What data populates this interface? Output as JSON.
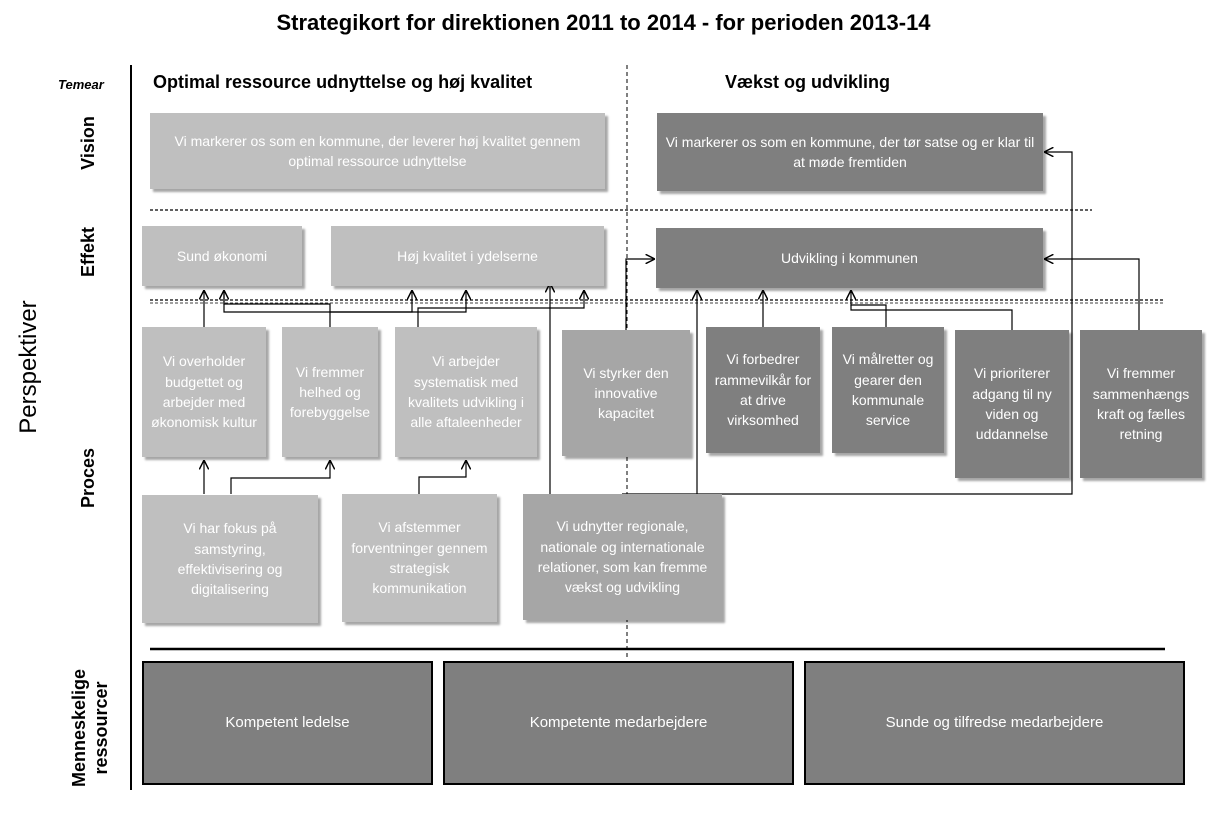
{
  "title": "Strategikort for direktionen 2011 to 2014 - for perioden 2013-14",
  "side_label": "Perspektiver",
  "theme_label": "Temear",
  "themes": {
    "left": "Optimal ressource udnyttelse og høj kvalitet",
    "right": "Vækst og udvikling"
  },
  "rows": {
    "vision": "Vision",
    "effekt": "Effekt",
    "proces": "Proces",
    "ressourcer": "Menneskelige ressourcer"
  },
  "vision": {
    "left": "Vi markerer os som en kommune, der leverer høj kvalitet gennem optimal ressource udnyttelse",
    "right": "Vi markerer os som en kommune, der tør satse og er klar til at møde fremtiden"
  },
  "effekt": {
    "sund": "Sund økonomi",
    "kvalitet": "Høj kvalitet i ydelserne",
    "udvikling": "Udvikling i kommunen"
  },
  "proces": {
    "p1": "Vi overholder budgettet og arbejder med økonomisk kultur",
    "p2": "Vi fremmer helhed og forebyggelse",
    "p3": "Vi arbejder systematisk med kvalitets udvikling i alle aftaleenheder",
    "p4": "Vi styrker den innovative kapacitet",
    "p5": "Vi forbedrer rammevilkår for at drive virksomhed",
    "p6": "Vi målretter og gearer den kommunale service",
    "p7": "Vi prioriterer adgang til ny viden og uddannelse",
    "p8": "Vi fremmer sammenhængs kraft og fælles retning",
    "p9": "Vi har fokus på samstyring, effektivisering og digitalisering",
    "p10": "Vi afstemmer forventninger gennem strategisk kommunikation",
    "p11": "Vi udnytter regionale, nationale og internationale relationer, som kan fremme vækst og udvikling"
  },
  "ressourcer": {
    "r1": "Kompetent ledelse",
    "r2": "Kompetente medarbejdere",
    "r3": "Sunde og tilfredse medarbejdere"
  },
  "colors": {
    "light": "#bfbfbf",
    "mid": "#a6a6a6",
    "dark": "#7f7f7f"
  }
}
